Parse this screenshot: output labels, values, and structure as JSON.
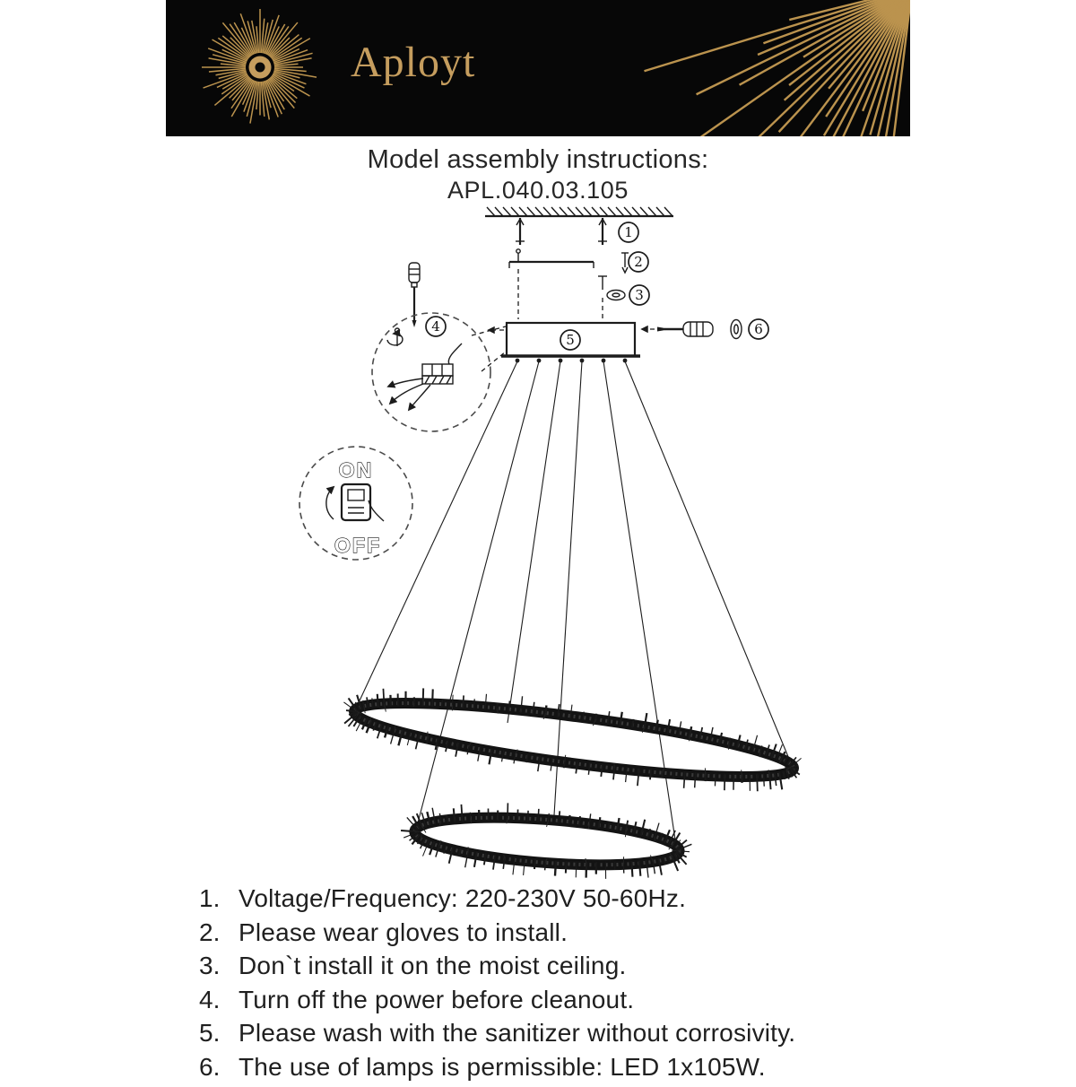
{
  "header": {
    "brand": "Aployt"
  },
  "title": {
    "heading": "Model assembly instructions:",
    "model": "APL.040.03.105"
  },
  "diagram": {
    "callouts": [
      "1",
      "2",
      "3",
      "4",
      "5",
      "6"
    ],
    "switch_labels": {
      "on": "ON",
      "off": "OFF"
    }
  },
  "instructions": [
    {
      "num": "1.",
      "text": "Voltage/Frequency: 220-230V 50-60Hz."
    },
    {
      "num": "2.",
      "text": "Please wear gloves to install."
    },
    {
      "num": "3.",
      "text": "Don`t install it on the moist ceiling."
    },
    {
      "num": "4.",
      "text": "Turn off the power before cleanout."
    },
    {
      "num": "5.",
      "text": "Please wash with the sanitizer without corrosivity."
    },
    {
      "num": "6.",
      "text": "The use of lamps is permissible: LED 1x105W."
    }
  ],
  "colors": {
    "brand_gold": "#bf9a5f",
    "header_background": "#070707",
    "line_ink": "#1c1c1c",
    "page_background": "#ffffff"
  }
}
